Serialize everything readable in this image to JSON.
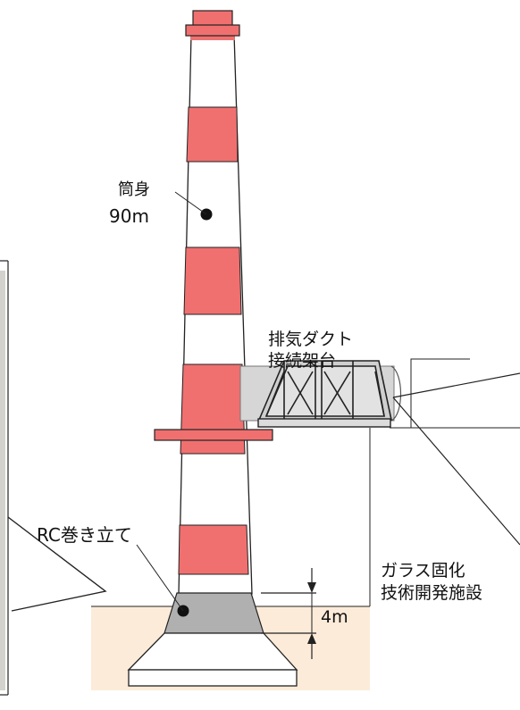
{
  "labels": {
    "tube_name": "筒身",
    "tube_height": "90m",
    "duct_line1": "排気ダクト",
    "duct_line2": "接続架台",
    "rc_wrap": "RC巻き立て",
    "facility_line1": "ガラス固化",
    "facility_line2": "技術開発施設",
    "dimension": "4m"
  },
  "colors": {
    "red_band": "#f07070",
    "concrete": "#b0b0b0",
    "ground": "#fdebd9",
    "duct": "#d6d6d6",
    "line": "#222222"
  }
}
